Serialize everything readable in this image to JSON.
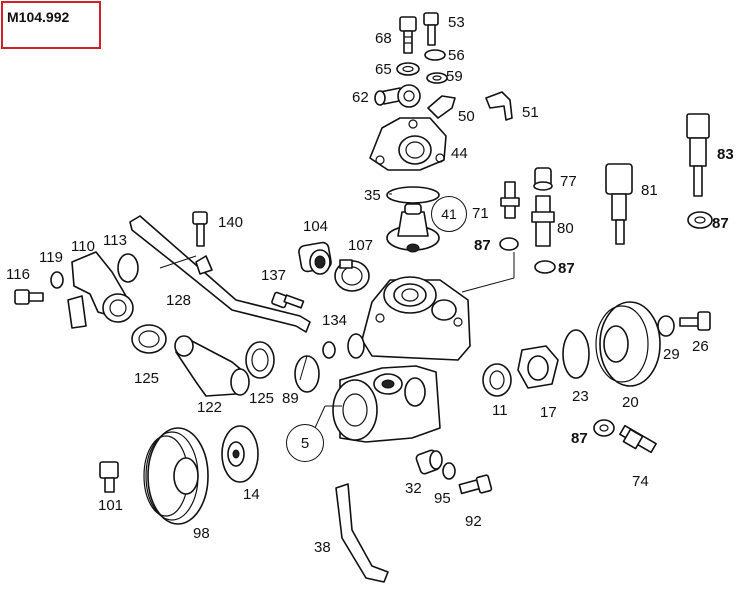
{
  "model_code": "M104.992",
  "callouts": {
    "c5": "5",
    "c11": "11",
    "c14": "14",
    "c17": "17",
    "c20": "20",
    "c23": "23",
    "c26": "26",
    "c29": "29",
    "c32": "32",
    "c35": "35",
    "c38": "38",
    "c41": "41",
    "c44": "44",
    "c50": "50",
    "c51": "51",
    "c53": "53",
    "c56": "56",
    "c59": "59",
    "c62": "62",
    "c65": "65",
    "c68": "68",
    "c71": "71",
    "c74": "74",
    "c77": "77",
    "c80": "80",
    "c81": "81",
    "c83": "83",
    "c87a": "87",
    "c87b": "87",
    "c87c": "87",
    "c87d": "87",
    "c89": "89",
    "c92": "92",
    "c95": "95",
    "c98": "98",
    "c101": "101",
    "c104": "104",
    "c107": "107",
    "c110": "110",
    "c113": "113",
    "c116": "116",
    "c119": "119",
    "c122": "122",
    "c125a": "125",
    "c125b": "125",
    "c128": "128",
    "c134": "134",
    "c137": "137",
    "c140": "140"
  }
}
